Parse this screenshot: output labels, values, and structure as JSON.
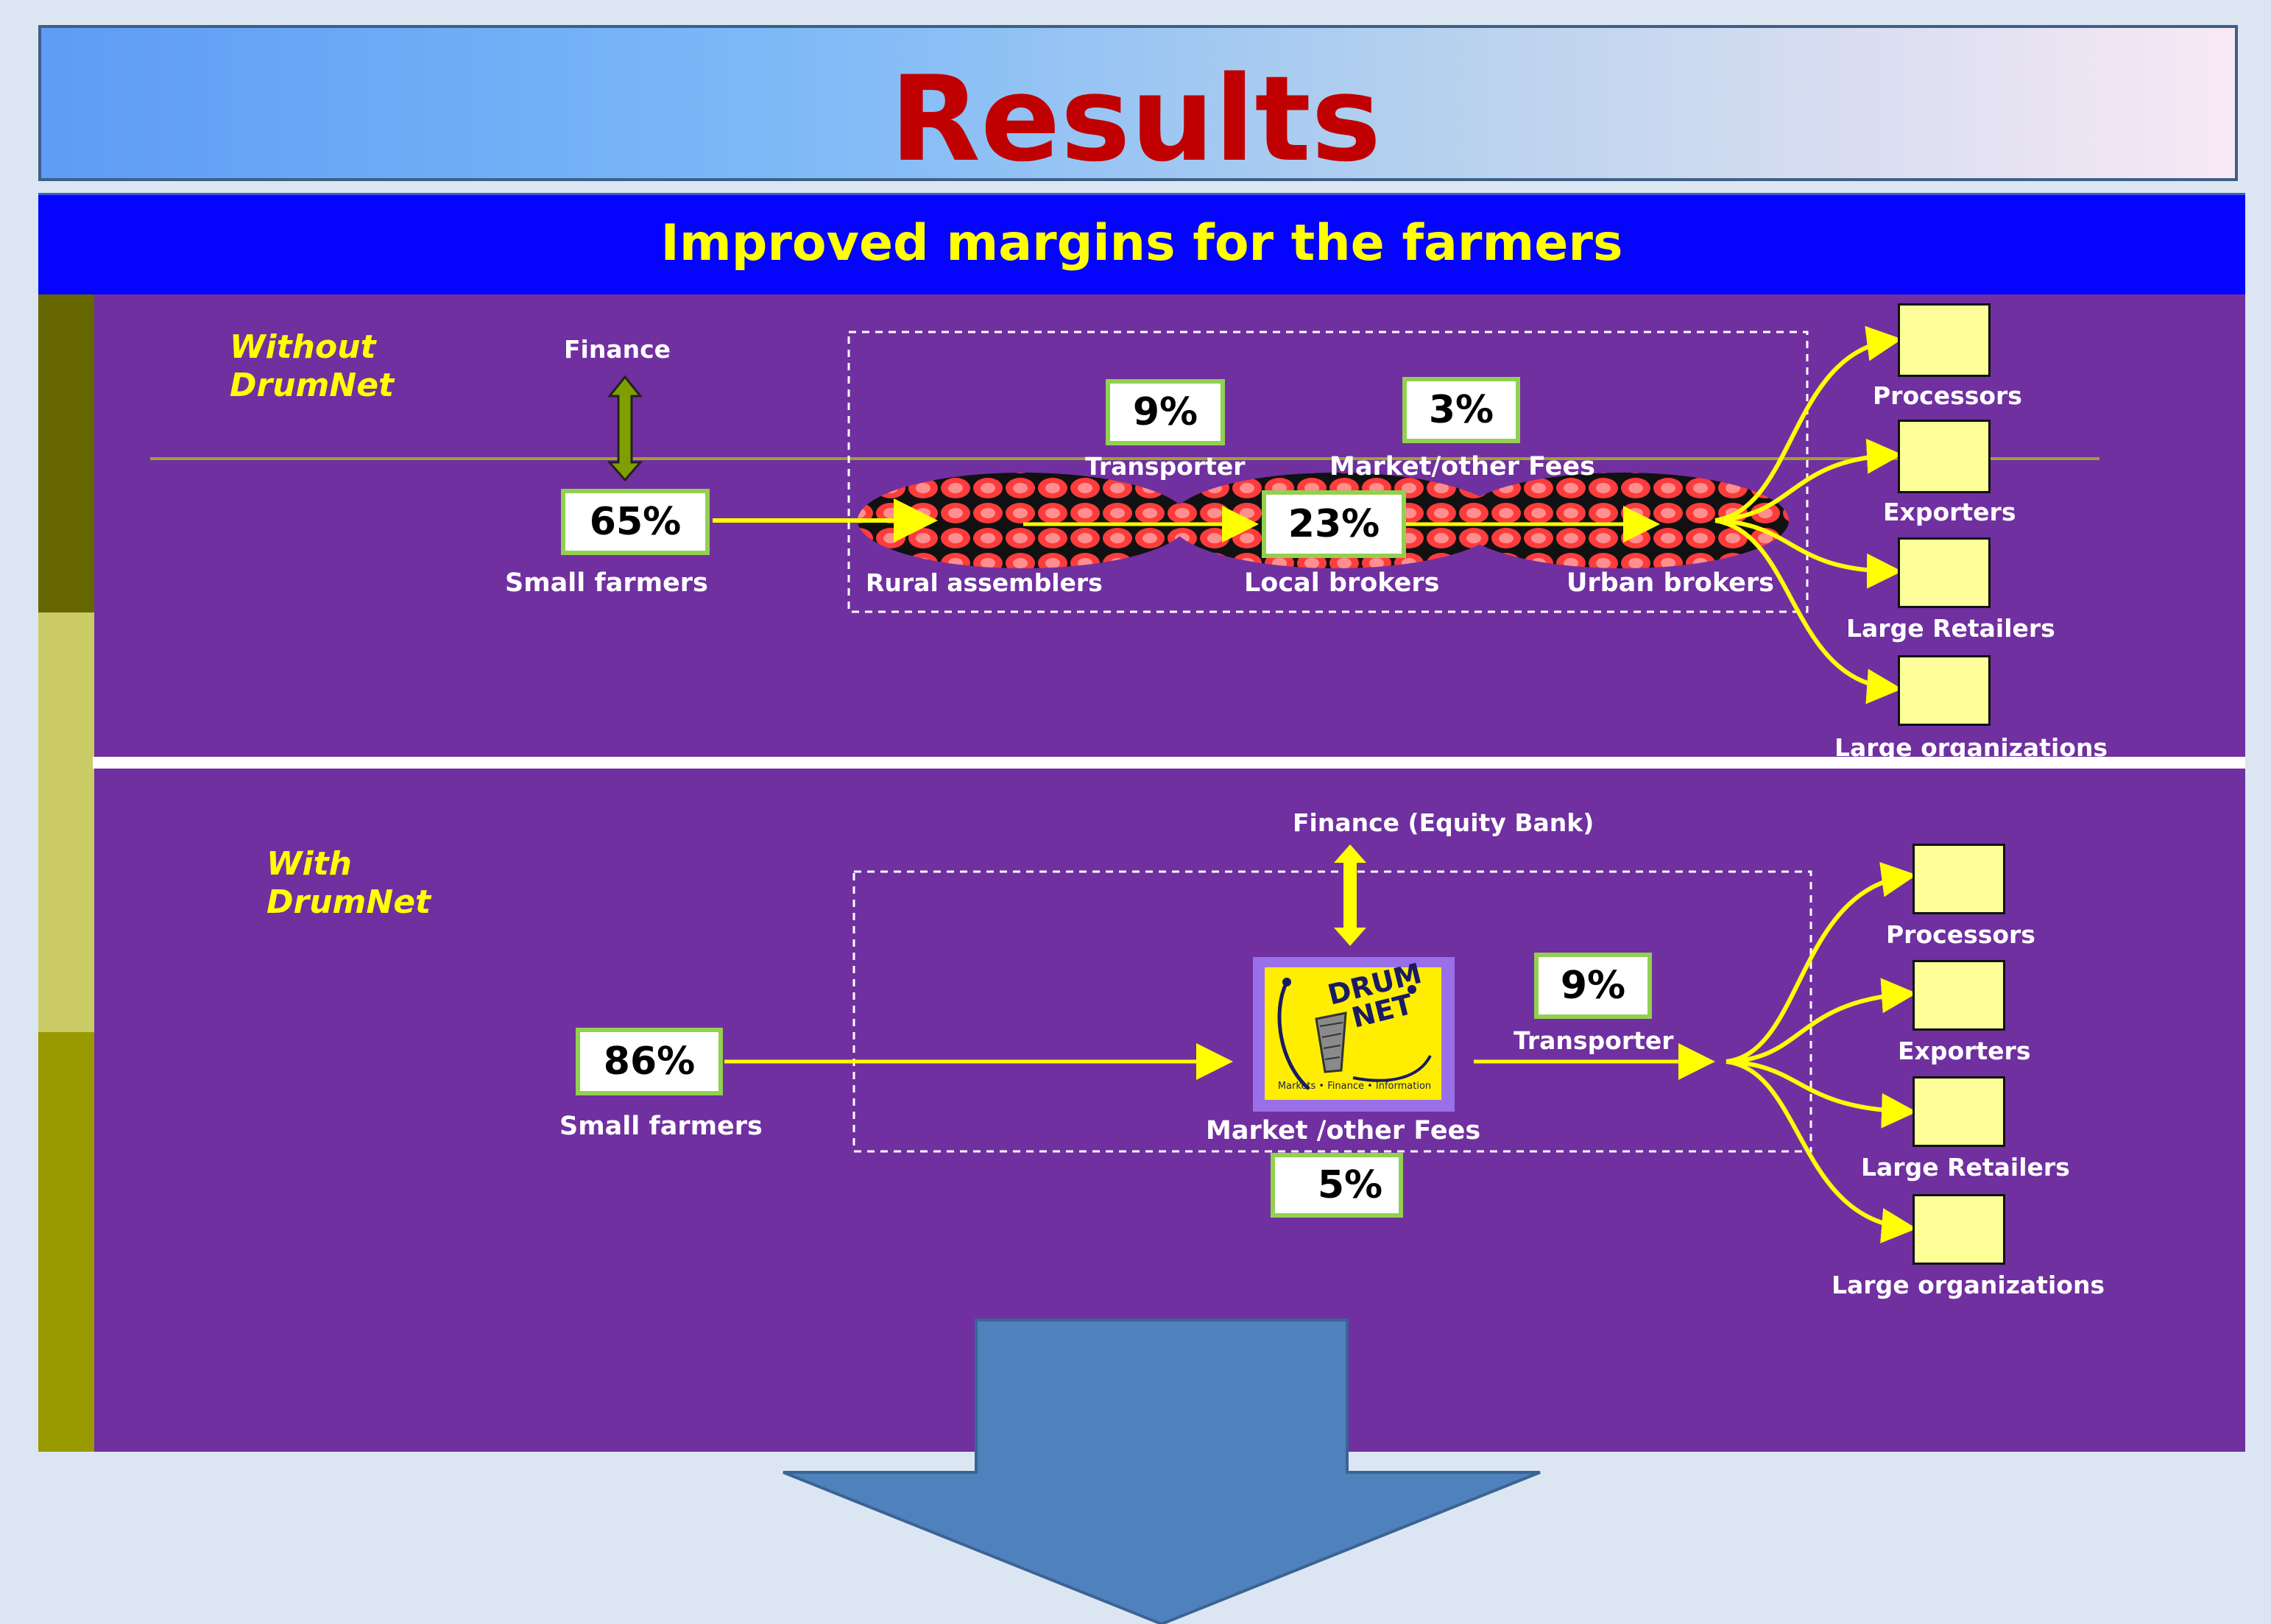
{
  "title": "Results",
  "subtitle": "Improved margins for the farmers",
  "without": {
    "scenario_label": [
      "Without",
      "DrumNet"
    ],
    "finance_label": "Finance",
    "small_farmers_pct": "65%",
    "small_farmers_label": "Small farmers",
    "transporter_pct": "9%",
    "transporter_label": "Transporter",
    "market_fees_pct": "3%",
    "market_fees_label": "Market/other Fees",
    "local_brokers_pct": "23%",
    "rural_assemblers_label": "Rural assemblers",
    "local_brokers_label": "Local brokers",
    "urban_brokers_label": "Urban brokers",
    "buyers": [
      "Processors",
      "Exporters",
      "Large Retailers",
      "Large organizations"
    ]
  },
  "with": {
    "scenario_label": [
      "With",
      "DrumNet"
    ],
    "finance_label": "Finance (Equity Bank)",
    "small_farmers_pct": "86%",
    "small_farmers_label": "Small  farmers",
    "transporter_pct": "9%",
    "transporter_label": "Transporter",
    "market_fees_pct": "5%",
    "market_fees_label": "Market /other Fees",
    "logo": {
      "line1": "DRUM",
      "line2": "NET",
      "tagline": "Markets • Finance • Information"
    },
    "buyers": [
      "Processors",
      "Exporters",
      "Large Retailers",
      "Large organizations"
    ]
  },
  "colors": {
    "title": "#c00000",
    "subtitle": "#ffff00",
    "banner": "#0505ff",
    "panel": "#7030a0",
    "arrow": "#ffff00",
    "box_border": "#92d050",
    "buyer_box": "#ffff99",
    "down_arrow": "#4f81bd"
  }
}
